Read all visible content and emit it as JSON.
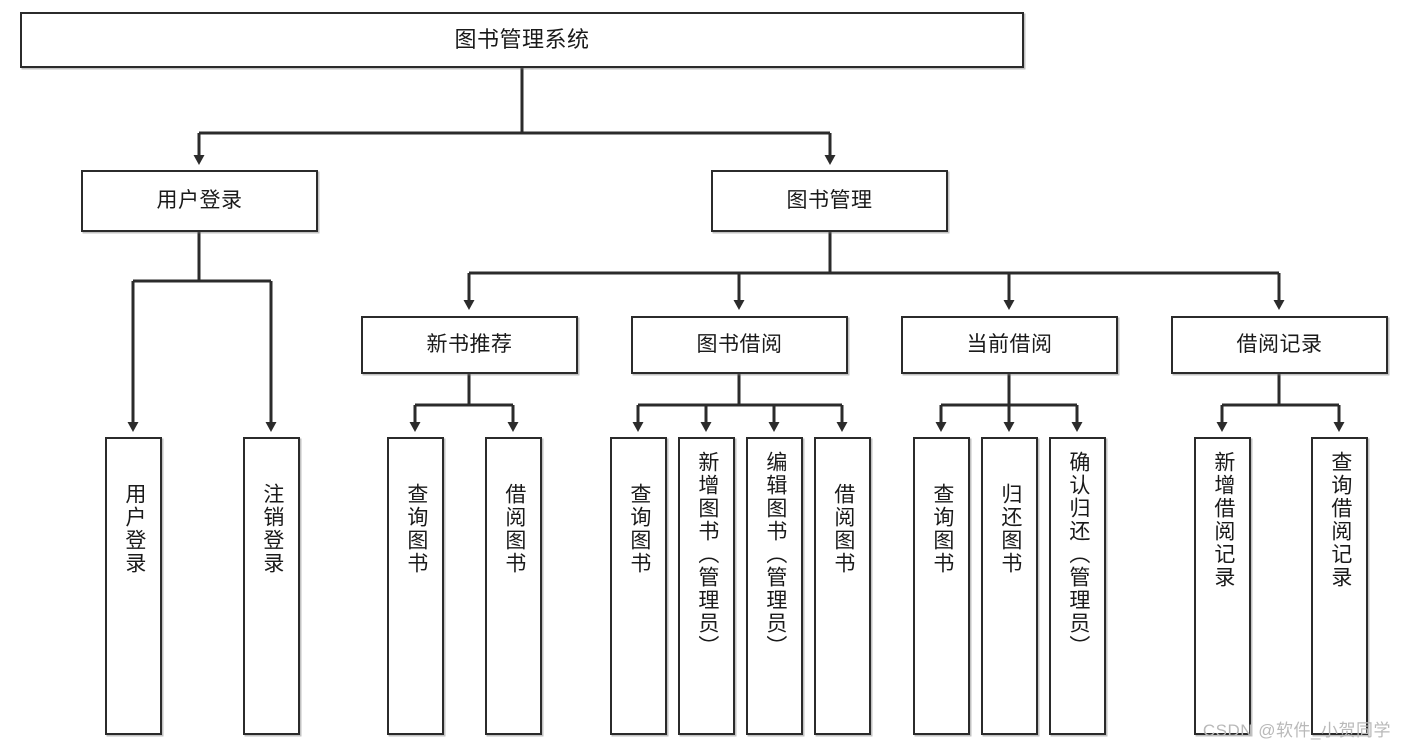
{
  "diagram": {
    "type": "tree-hierarchy-flowchart",
    "title": "图书管理系统",
    "root": {
      "label": "图书管理系统"
    },
    "level2": [
      {
        "label": "用户登录"
      },
      {
        "label": "图书管理"
      }
    ],
    "level3": [
      {
        "label": "新书推荐"
      },
      {
        "label": "图书借阅"
      },
      {
        "label": "当前借阅"
      },
      {
        "label": "借阅记录"
      }
    ],
    "leaves": {
      "user_login": [
        {
          "label": "用户登录"
        },
        {
          "label": "注销登录"
        }
      ],
      "new_book_recommend": [
        {
          "label": "查询图书"
        },
        {
          "label": "借阅图书"
        }
      ],
      "book_borrow": [
        {
          "label": "查询图书"
        },
        {
          "label": "新增图书（管理员）"
        },
        {
          "label": "编辑图书（管理员）"
        },
        {
          "label": "借阅图书"
        }
      ],
      "current_borrow": [
        {
          "label": "查询图书"
        },
        {
          "label": "归还图书"
        },
        {
          "label": "确认归还（管理员）"
        }
      ],
      "borrow_record": [
        {
          "label": "新增借阅记录"
        },
        {
          "label": "查询借阅记录"
        }
      ]
    },
    "watermark": "CSDN @软件_小贺同学",
    "colors": {
      "stroke": "#2b2b2b",
      "fill": "#ffffff",
      "text": "#1a1a1a",
      "watermark": "#b9b9b9"
    }
  }
}
